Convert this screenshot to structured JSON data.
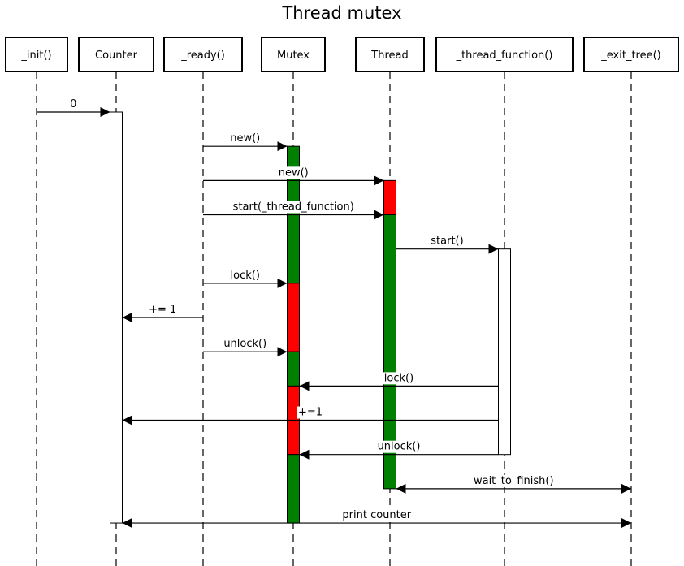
{
  "title": "Thread mutex",
  "participants": [
    {
      "id": "init",
      "label": "_init()"
    },
    {
      "id": "counter",
      "label": "Counter"
    },
    {
      "id": "ready",
      "label": "_ready()"
    },
    {
      "id": "mutex",
      "label": "Mutex"
    },
    {
      "id": "thread",
      "label": "Thread"
    },
    {
      "id": "thread_function",
      "label": "_thread_function()"
    },
    {
      "id": "exit_tree",
      "label": "_exit_tree()"
    }
  ],
  "activations": [
    {
      "participant": "counter",
      "state": "active",
      "color": "#ffffff",
      "start_step": 1,
      "end_step": 13
    },
    {
      "participant": "mutex",
      "state": "unlocked",
      "color": "#008000",
      "start_step": 2,
      "end_step": 6
    },
    {
      "participant": "mutex",
      "state": "locked",
      "color": "#ff0000",
      "start_step": 6,
      "end_step": 8
    },
    {
      "participant": "mutex",
      "state": "unlocked",
      "color": "#008000",
      "start_step": 8,
      "end_step": 9
    },
    {
      "participant": "mutex",
      "state": "locked",
      "color": "#ff0000",
      "start_step": 9,
      "end_step": 11
    },
    {
      "participant": "mutex",
      "state": "unlocked",
      "color": "#008000",
      "start_step": 11,
      "end_step": 13
    },
    {
      "participant": "thread",
      "state": "created",
      "color": "#ff0000",
      "start_step": 3,
      "end_step": 4
    },
    {
      "participant": "thread",
      "state": "running",
      "color": "#008000",
      "start_step": 4,
      "end_step": 12
    },
    {
      "participant": "thread_function",
      "state": "active",
      "color": "#ffffff",
      "start_step": 5,
      "end_step": 11
    }
  ],
  "messages": [
    {
      "step": 1,
      "from": "init",
      "to": "counter",
      "label": "0"
    },
    {
      "step": 2,
      "from": "ready",
      "to": "mutex",
      "label": "new()"
    },
    {
      "step": 3,
      "from": "ready",
      "to": "thread",
      "label": "new()"
    },
    {
      "step": 4,
      "from": "ready",
      "to": "thread",
      "label": "start(_thread_function)"
    },
    {
      "step": 5,
      "from": "thread",
      "to": "thread_function",
      "label": "start()"
    },
    {
      "step": 6,
      "from": "ready",
      "to": "mutex",
      "label": "lock()"
    },
    {
      "step": 7,
      "from": "ready",
      "to": "counter",
      "label": "+= 1"
    },
    {
      "step": 8,
      "from": "ready",
      "to": "mutex",
      "label": "unlock()"
    },
    {
      "step": 9,
      "from": "thread_function",
      "to": "mutex",
      "label": "lock()"
    },
    {
      "step": 10,
      "from": "thread_function",
      "to": "counter",
      "label": "+=1"
    },
    {
      "step": 11,
      "from": "thread_function",
      "to": "mutex",
      "label": "unlock()"
    },
    {
      "step": 12,
      "from": "thread",
      "to": "exit_tree",
      "label": "wait_to_finish()",
      "bidirectional": true
    },
    {
      "step": 13,
      "from": "counter",
      "to": "exit_tree",
      "label": "print counter",
      "bidirectional": true
    }
  ]
}
